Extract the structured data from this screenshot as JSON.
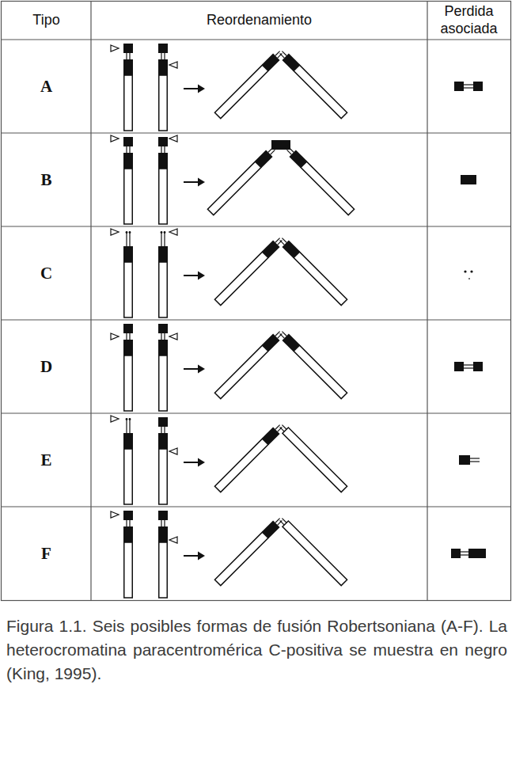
{
  "diagram": {
    "caption": "Figura 1.1. Seis posibles formas de fusión Robertsoniana (A-F). La heterocromatina paracentromérica C-positiva se muestra en negro (King, 1995).",
    "labels": [
      "Tipo",
      "Reordenamiento",
      "Perdida asociada",
      "A",
      "B",
      "C",
      "D",
      "E",
      "F"
    ]
  }
}
